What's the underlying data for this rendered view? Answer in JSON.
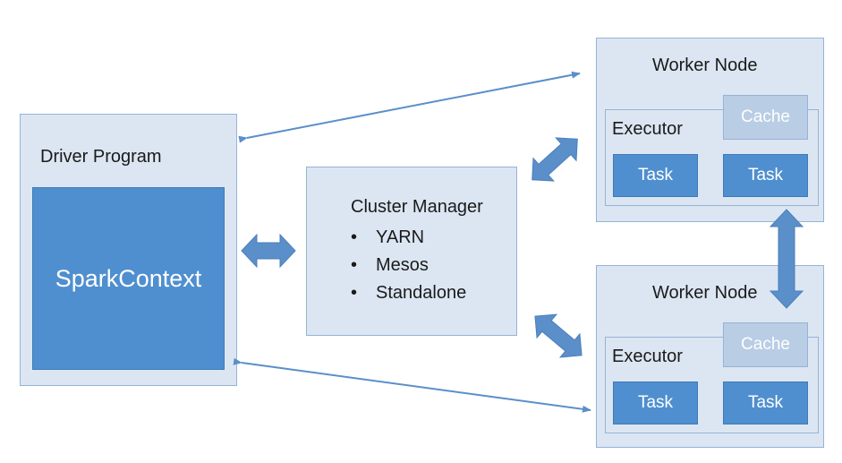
{
  "driver": {
    "title": "Driver Program",
    "context": "SparkContext"
  },
  "cluster_manager": {
    "title": "Cluster Manager",
    "bullet": "•",
    "items": [
      "YARN",
      "Mesos",
      "Standalone"
    ]
  },
  "workers": [
    {
      "title": "Worker Node",
      "executor": "Executor",
      "cache": "Cache",
      "tasks": [
        "Task",
        "Task"
      ]
    },
    {
      "title": "Worker Node",
      "executor": "Executor",
      "cache": "Cache",
      "tasks": [
        "Task",
        "Task"
      ]
    }
  ],
  "colors": {
    "box_fill": "#dce6f2",
    "box_border": "#95b3d7",
    "accent": "#4f8fcf",
    "cache_fill": "#b9cde5",
    "arrow": "#5b8fc9"
  }
}
